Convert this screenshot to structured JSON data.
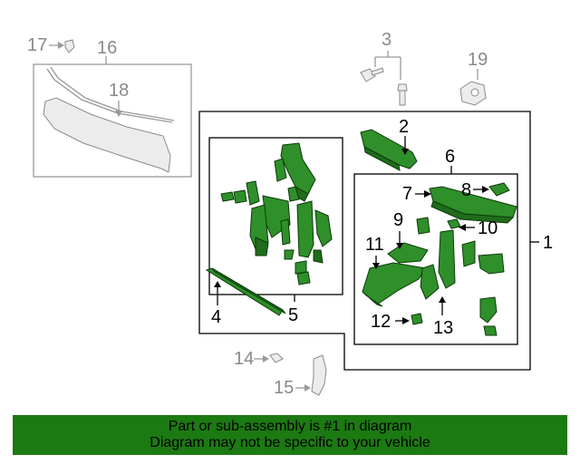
{
  "callouts": {
    "c1": "1",
    "c2": "2",
    "c3": "3",
    "c4": "4",
    "c5": "5",
    "c6": "6",
    "c7": "7",
    "c8": "8",
    "c9": "9",
    "c10": "10",
    "c11": "11",
    "c12": "12",
    "c13": "13",
    "c14": "14",
    "c15": "15",
    "c16": "16",
    "c17": "17",
    "c18": "18",
    "c19": "19"
  },
  "banner": {
    "line1": "Part or sub-assembly is #1 in diagram",
    "line2": "Diagram may not be specific to your vehicle",
    "color": "#1c7a12"
  },
  "colors": {
    "part_fill": "#2f8f2a",
    "part_stroke": "#0d3a0a",
    "grey_part": "#e9e9e9"
  }
}
